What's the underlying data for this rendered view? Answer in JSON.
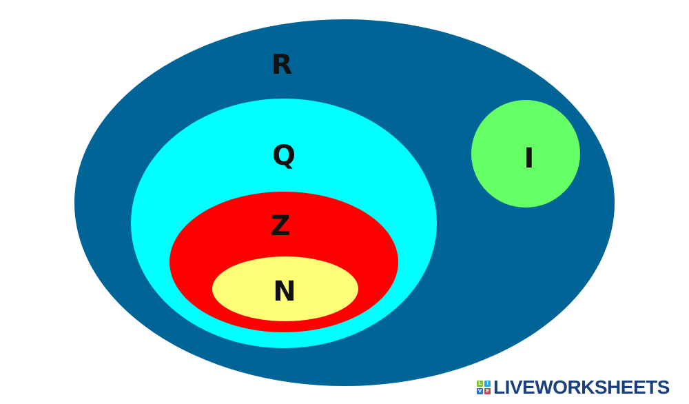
{
  "diagram": {
    "sets": [
      {
        "id": "R",
        "label": "R",
        "color": "#006496"
      },
      {
        "id": "Q",
        "label": "Q",
        "color": "#00ffff"
      },
      {
        "id": "Z",
        "label": "Z",
        "color": "#ff0000"
      },
      {
        "id": "N",
        "label": "N",
        "color": "#ffff77"
      },
      {
        "id": "I",
        "label": "I",
        "color": "#66ff66"
      }
    ]
  },
  "watermark": {
    "brand": "LIVEWORKSHEETS",
    "tiles": [
      "L",
      "I",
      "V",
      "E"
    ],
    "tile_colors": [
      "#7dc242",
      "#2aa8e0",
      "#2f6fd6",
      "#e8334a"
    ]
  }
}
